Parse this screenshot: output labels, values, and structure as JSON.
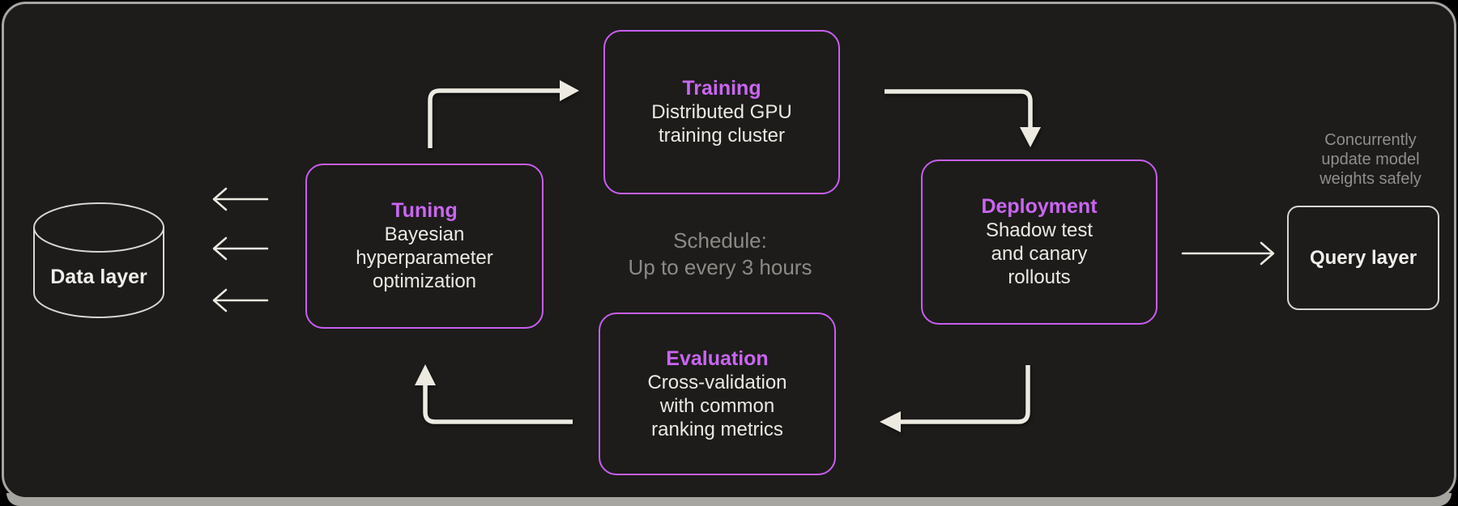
{
  "canvas": {
    "background": "#1d1c1a",
    "frame_color": "#a7a5a0"
  },
  "colors": {
    "accent_purple_text": "#c966f1",
    "purple_border": "#c75ef0",
    "text_primary": "#ece9e4",
    "text_muted": "#8b8a86",
    "arrow": "#eceae1",
    "white_box_border": "#d8d6d2"
  },
  "nodes": {
    "data_layer": {
      "label": "Data layer"
    },
    "tuning": {
      "title": "Tuning",
      "body_lines": [
        "Bayesian",
        "hyperparameter",
        "optimization"
      ]
    },
    "training": {
      "title": "Training",
      "body_lines": [
        "Distributed GPU",
        "training cluster"
      ]
    },
    "deployment": {
      "title": "Deployment",
      "body_lines": [
        "Shadow test",
        "and canary",
        "rollouts"
      ]
    },
    "evaluation": {
      "title": "Evaluation",
      "body_lines": [
        "Cross-validation",
        "with common",
        "ranking metrics"
      ]
    },
    "query_layer": {
      "label": "Query layer"
    }
  },
  "annotations": {
    "schedule_lines": [
      "Schedule:",
      "Up to every 3 hours"
    ],
    "concurrent_lines": [
      "Concurrently",
      "update model",
      "weights safely"
    ]
  },
  "edges": [
    {
      "from": "tuning",
      "to": "training",
      "style": "thick-elbow"
    },
    {
      "from": "training",
      "to": "deployment",
      "style": "thick-elbow"
    },
    {
      "from": "deployment",
      "to": "evaluation",
      "style": "thick-elbow"
    },
    {
      "from": "evaluation",
      "to": "tuning",
      "style": "thick-elbow"
    },
    {
      "from": "deployment",
      "to": "query_layer",
      "style": "thin-line"
    },
    {
      "from": "tuning",
      "to": "data_layer",
      "style": "thin-line",
      "count": 3
    }
  ]
}
